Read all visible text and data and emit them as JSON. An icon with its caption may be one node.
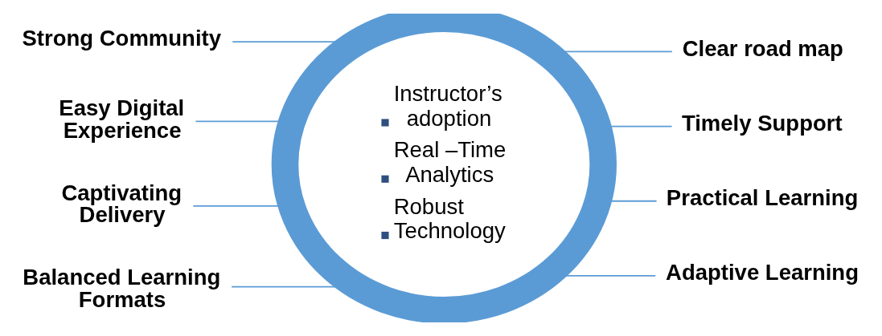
{
  "diagram": {
    "nodes": [
      {
        "text": [
          "Instructor’s adoption",
          "Real –Time Analytics",
          "Robust Technology"
        ]
      },
      {
        "text": [
          "Strong Community"
        ]
      },
      {
        "text": [
          "Clear road map"
        ]
      },
      {
        "text": [
          "Easy Digital Experience"
        ]
      },
      {
        "text": [
          "Timely Support"
        ]
      },
      {
        "text": [
          "Captivating Delivery"
        ]
      },
      {
        "text": [
          "Practical Learning"
        ]
      },
      {
        "text": [
          "Balanced Learning Formats"
        ]
      },
      {
        "text": [
          "Adaptive Learning"
        ]
      }
    ],
    "edges": [
      {
        "from": 1,
        "to": 0,
        "arrow": "none"
      },
      {
        "from": 0,
        "to": 2,
        "arrow": "none"
      },
      {
        "from": 3,
        "to": 0,
        "arrow": "none"
      },
      {
        "from": 0,
        "to": 4,
        "arrow": "none"
      },
      {
        "from": 5,
        "to": 0,
        "arrow": "none"
      },
      {
        "from": 0,
        "to": 6,
        "arrow": "none"
      },
      {
        "from": 7,
        "to": 0,
        "arrow": "none"
      },
      {
        "from": 0,
        "to": 8,
        "arrow": "none"
      }
    ]
  }
}
